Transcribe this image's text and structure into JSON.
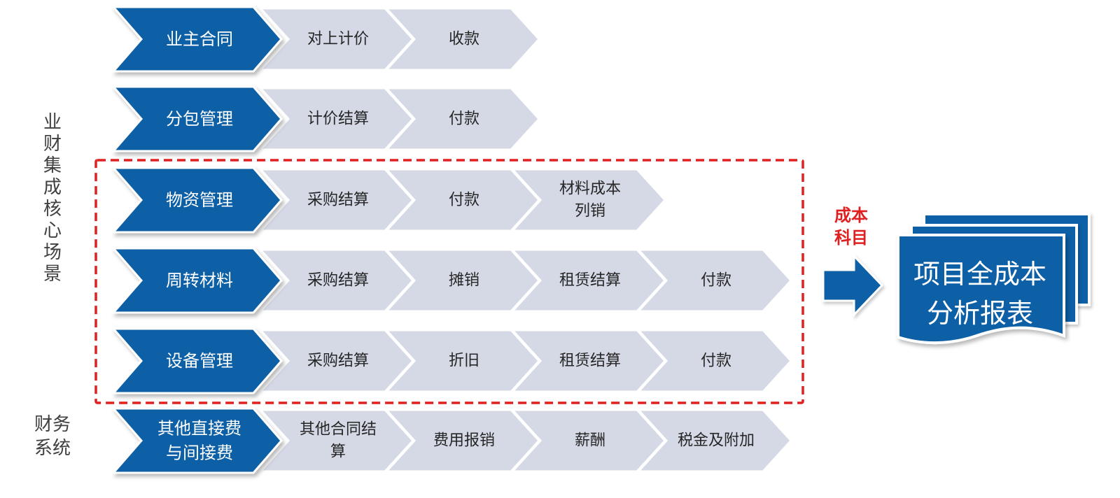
{
  "rows": [
    {
      "head": [
        "业主合同"
      ],
      "steps": [
        [
          "对上计价"
        ],
        [
          "收款"
        ]
      ]
    },
    {
      "head": [
        "分包管理"
      ],
      "steps": [
        [
          "计价结算"
        ],
        [
          "付款"
        ]
      ]
    },
    {
      "head": [
        "物资管理"
      ],
      "steps": [
        [
          "采购结算"
        ],
        [
          "付款"
        ],
        [
          "材料成本",
          "列销"
        ]
      ]
    },
    {
      "head": [
        "周转材料"
      ],
      "steps": [
        [
          "采购结算"
        ],
        [
          "摊销"
        ],
        [
          "租赁结算"
        ],
        [
          "付款"
        ]
      ]
    },
    {
      "head": [
        "设备管理"
      ],
      "steps": [
        [
          "采购结算"
        ],
        [
          "折旧"
        ],
        [
          "租赁结算"
        ],
        [
          "付款"
        ]
      ]
    },
    {
      "head": [
        "其他直接费",
        "与间接费"
      ],
      "steps": [
        [
          "其他合同结",
          "算"
        ],
        [
          "费用报销"
        ],
        [
          "薪酬"
        ],
        [
          "税金及附加"
        ]
      ]
    }
  ],
  "side_labels": {
    "core_chars": [
      "业",
      "财",
      "集",
      "成",
      "核",
      "心",
      "场",
      "景"
    ],
    "finance_lines": [
      "财务",
      "系统"
    ]
  },
  "cost_subject": {
    "lines": [
      "成本",
      "科目"
    ]
  },
  "report": {
    "lines": [
      "项目全成本",
      "分析报表"
    ]
  },
  "colors": {
    "head_fill": "#0d5ea6",
    "step_fill": "#d5d9e6",
    "dashed_border": "#e02020",
    "cost_label": "#e02020",
    "step_text": "#262626"
  }
}
